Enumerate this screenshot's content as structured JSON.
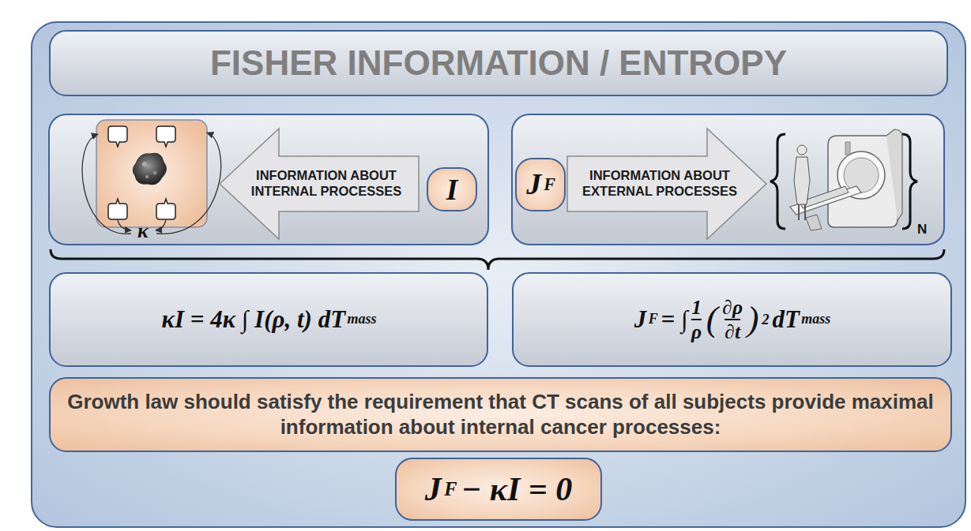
{
  "diagram": {
    "title": "FISHER INFORMATION / ENTROPY",
    "nodes": [
      {
        "text": [
          "κ"
        ]
      },
      {
        "text": [
          "INFORMATION ABOUT INTERNAL PROCESSES"
        ],
        "in": 0
      },
      {
        "text": [
          "I"
        ],
        "in": 0
      },
      {
        "text": [
          "N"
        ]
      },
      {
        "text": [
          "J",
          "F"
        ],
        "in": 3
      },
      {
        "text": [
          "INFORMATION ABOUT EXTERNAL PROCESSES"
        ],
        "in": 3
      },
      {
        "text": [
          "κI = 4κ ∫ I(ρ, t) dT",
          "mass"
        ]
      },
      {
        "text": [
          "J",
          "F",
          "= ∫",
          "1",
          "ρ",
          "(",
          "∂ρ",
          "∂t",
          ")",
          "2",
          "dT",
          "mass"
        ]
      },
      {
        "text": [
          "Growth law should satisfy the requirement that CT scans of all subjects provide maximal information about internal cancer processes:"
        ]
      },
      {
        "text": [
          "J",
          "F",
          "− κI = 0"
        ]
      }
    ]
  }
}
